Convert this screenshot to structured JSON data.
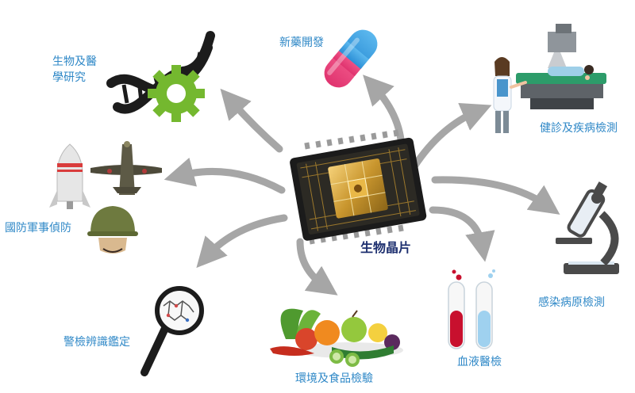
{
  "center_label": "生物晶片",
  "applications": {
    "biomedical": "生物及醫學研究",
    "drug": "新藥開發",
    "health": "健診及疾病檢測",
    "defense": "國防軍事偵防",
    "pathogen": "感染病原檢測",
    "forensic": "警檢辨識鑑定",
    "blood": "血液醫檢",
    "food": "環境及食品檢驗"
  },
  "icons": {
    "biomedical": "dna-gear-icon",
    "drug": "capsule-icon",
    "health": "medical-scanner-doctor-icon",
    "defense": "rocket-plane-helmet-icon",
    "pathogen": "microscope-icon",
    "forensic": "magnifier-icon",
    "blood": "test-tubes-icon",
    "food": "vegetables-fruits-icon",
    "center": "biochip-icon"
  },
  "colors": {
    "label": "#2f88c7",
    "center_label": "#1d2f6f",
    "arrow": "#a6a6a6"
  }
}
